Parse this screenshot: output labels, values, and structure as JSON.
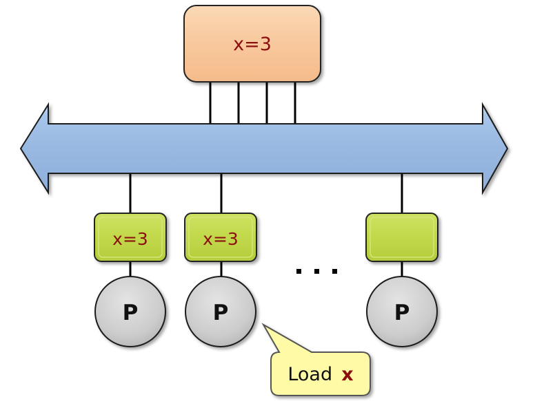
{
  "diagram": {
    "memory": {
      "label": "x=3",
      "fill": "#f8c89c",
      "text_color": "#8b0f0f"
    },
    "bus": {
      "fill": "#99b9e2",
      "direction": "bidirectional"
    },
    "caches": [
      {
        "label": "x=3"
      },
      {
        "label": "x=3"
      },
      {
        "label": ""
      }
    ],
    "cache_fill": "#c1d84a",
    "processors": [
      {
        "label": "P"
      },
      {
        "label": "P"
      },
      {
        "label": "P"
      }
    ],
    "processor_fill": "#cfcfcf",
    "ellipsis": "...",
    "callout": {
      "text": "Load",
      "variable": "x",
      "fill": "#fffaa5"
    }
  }
}
